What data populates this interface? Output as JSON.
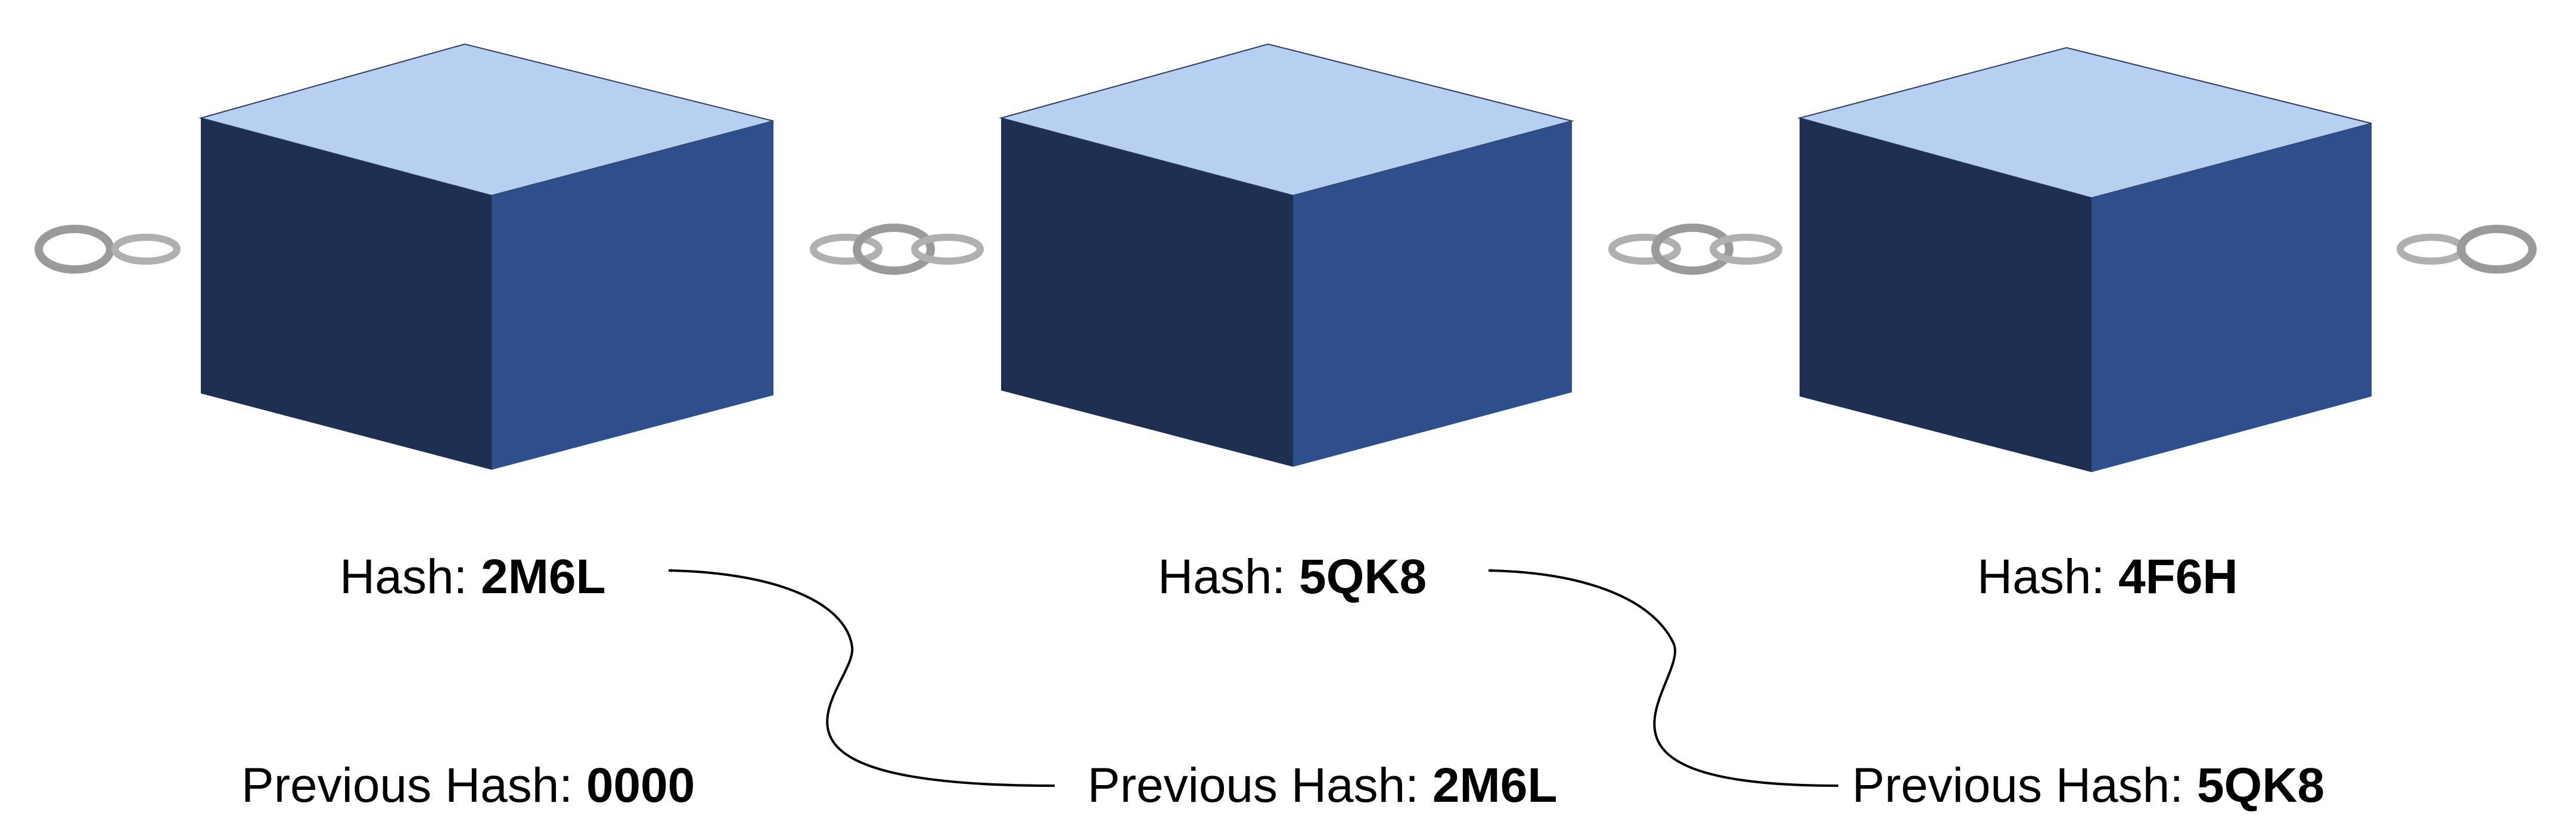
{
  "colors": {
    "cube_top": "#b7cff0",
    "cube_left": "#1f2f52",
    "cube_right": "#2e4f8c",
    "chain": "#8c8c8c",
    "arrow": "#000000",
    "text": "#000000"
  },
  "blocks": [
    {
      "hash_label": "Hash: ",
      "hash_value": "2M6L",
      "prev_label": "Previous Hash: ",
      "prev_value": "0000"
    },
    {
      "hash_label": "Hash: ",
      "hash_value": "5QK8",
      "prev_label": "Previous Hash: ",
      "prev_value": "2M6L"
    },
    {
      "hash_label": "Hash: ",
      "hash_value": "4F6H",
      "prev_label": "Previous Hash: ",
      "prev_value": "5QK8"
    }
  ],
  "links": [
    {
      "from_block": 2,
      "to_block": 1
    },
    {
      "from_block": 3,
      "to_block": 2
    }
  ]
}
